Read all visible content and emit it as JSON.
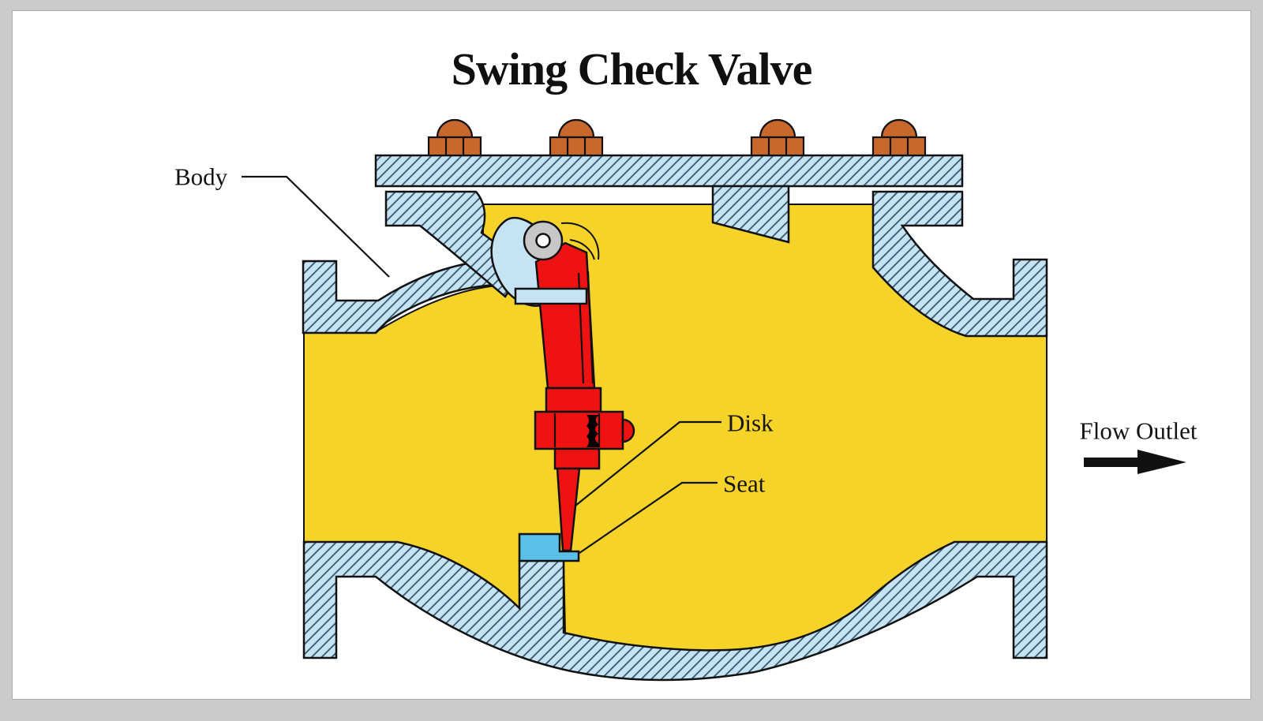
{
  "title": "Swing Check Valve",
  "labels": {
    "body": "Body",
    "disk": "Disk",
    "seat": "Seat",
    "flow_outlet": "Flow Outlet"
  },
  "colors": {
    "interior_yellow": "#F5D328",
    "hatch_bg": "#C6E3F4",
    "hatch_line": "#2E4F66",
    "disk_red": "#EE1212",
    "seat_blue": "#5BC0E8",
    "bolt_orange": "#C8682C",
    "pin_gray": "#C7C7C7",
    "outline_black": "#111111",
    "frame_gray": "#CBCBCC"
  }
}
